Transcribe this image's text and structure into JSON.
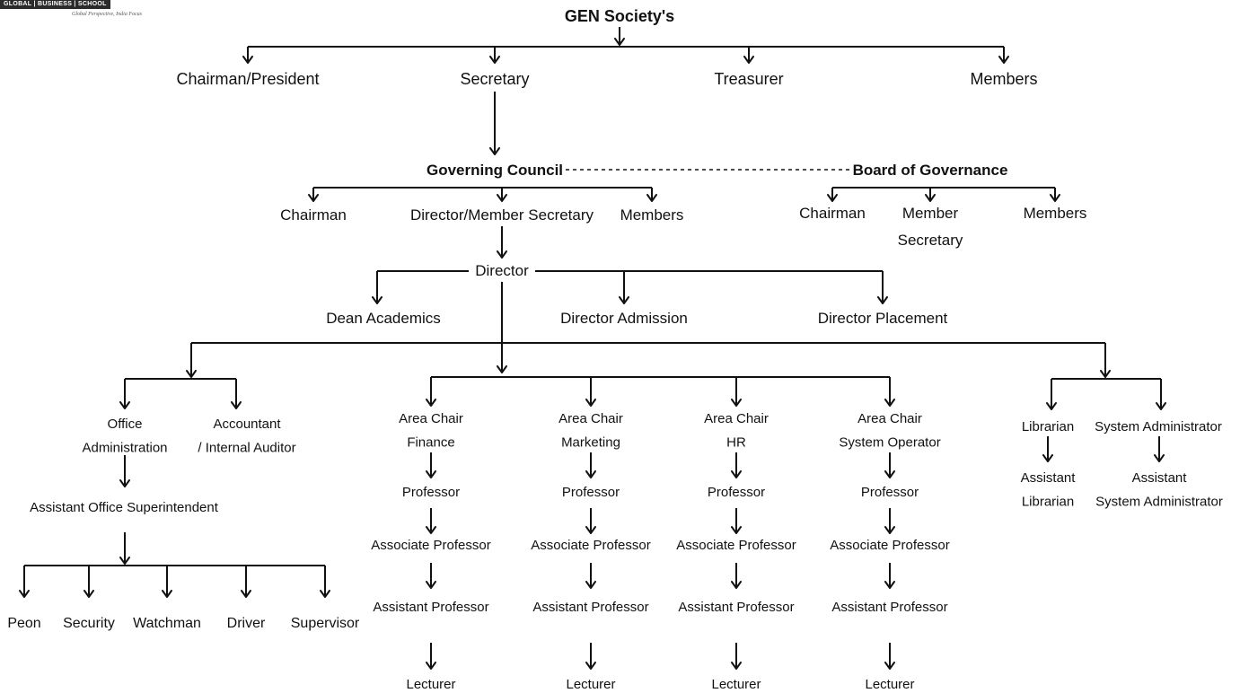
{
  "logo": {
    "name": "GLOBAL | BUSINESS | SCHOOL",
    "tagline": "Global Perspective, India Focus"
  },
  "chart": {
    "root": "GEN Society's",
    "society_roles": [
      "Chairman/President",
      "Secretary",
      "Treasurer",
      "Members"
    ],
    "governing_council": {
      "title": "Governing Council",
      "members": [
        "Chairman",
        "Director/Member Secretary",
        "Members"
      ]
    },
    "board_of_governance": {
      "title": "Board of Governance",
      "members": [
        "Chairman",
        "Member\nSecretary",
        "Members"
      ]
    },
    "director": {
      "title": "Director",
      "reports": [
        "Dean Academics",
        "Director Admission",
        "Director Placement"
      ]
    },
    "administration": {
      "office_administration": "Office\nAdministration",
      "accountant": "Accountant\n/ Internal Auditor",
      "assistant_superintendent": "Assistant Office Superintendent",
      "staff": [
        "Peon",
        "Security",
        "Watchman",
        "Driver",
        "Supervisor"
      ]
    },
    "academic_areas": [
      {
        "chair": "Area Chair\nFinance",
        "ranks": [
          "Professor",
          "Associate Professor",
          "Assistant Professor",
          "Lecturer"
        ]
      },
      {
        "chair": "Area Chair\nMarketing",
        "ranks": [
          "Professor",
          "Associate Professor",
          "Assistant Professor",
          "Lecturer"
        ]
      },
      {
        "chair": "Area Chair\nHR",
        "ranks": [
          "Professor",
          "Associate Professor",
          "Assistant Professor",
          "Lecturer"
        ]
      },
      {
        "chair": "Area Chair\nSystem Operator",
        "ranks": [
          "Professor",
          "Associate Professor",
          "Assistant Professor",
          "Lecturer"
        ]
      }
    ],
    "support": {
      "librarian": "Librarian",
      "assistant_librarian": "Assistant\nLibrarian",
      "system_administrator": "System Administrator",
      "assistant_system_administrator": "Assistant\nSystem Administrator"
    }
  }
}
